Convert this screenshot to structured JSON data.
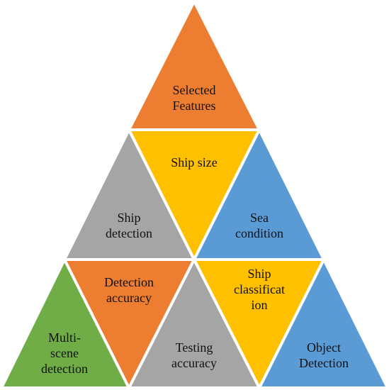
{
  "colors": {
    "orange": "#ED7D31",
    "gray": "#A5A5A5",
    "yellow": "#FFC000",
    "blue": "#5B9BD5",
    "green": "#70AD47"
  },
  "tiles": {
    "selected_features": {
      "line1": "Selected",
      "line2": "Features",
      "color": "orange"
    },
    "ship_detection": {
      "line1": "Ship",
      "line2": "detection",
      "color": "gray"
    },
    "ship_size": {
      "line1": "Ship size",
      "color": "yellow"
    },
    "sea_condition": {
      "line1": "Sea",
      "line2": "condition",
      "color": "blue"
    },
    "multi_scene_detection": {
      "line1": "Multi-",
      "line2": "scene",
      "line3": "detection",
      "color": "green"
    },
    "detection_accuracy": {
      "line1": "Detection",
      "line2": "accuracy",
      "color": "orange"
    },
    "testing_accuracy": {
      "line1": "Testing",
      "line2": "accuracy",
      "color": "gray"
    },
    "ship_classification": {
      "line1": "Ship",
      "line2": "classificat",
      "line3": "ion",
      "color": "yellow"
    },
    "object_detection": {
      "line1": "Object",
      "line2": "Detection",
      "color": "blue"
    }
  }
}
